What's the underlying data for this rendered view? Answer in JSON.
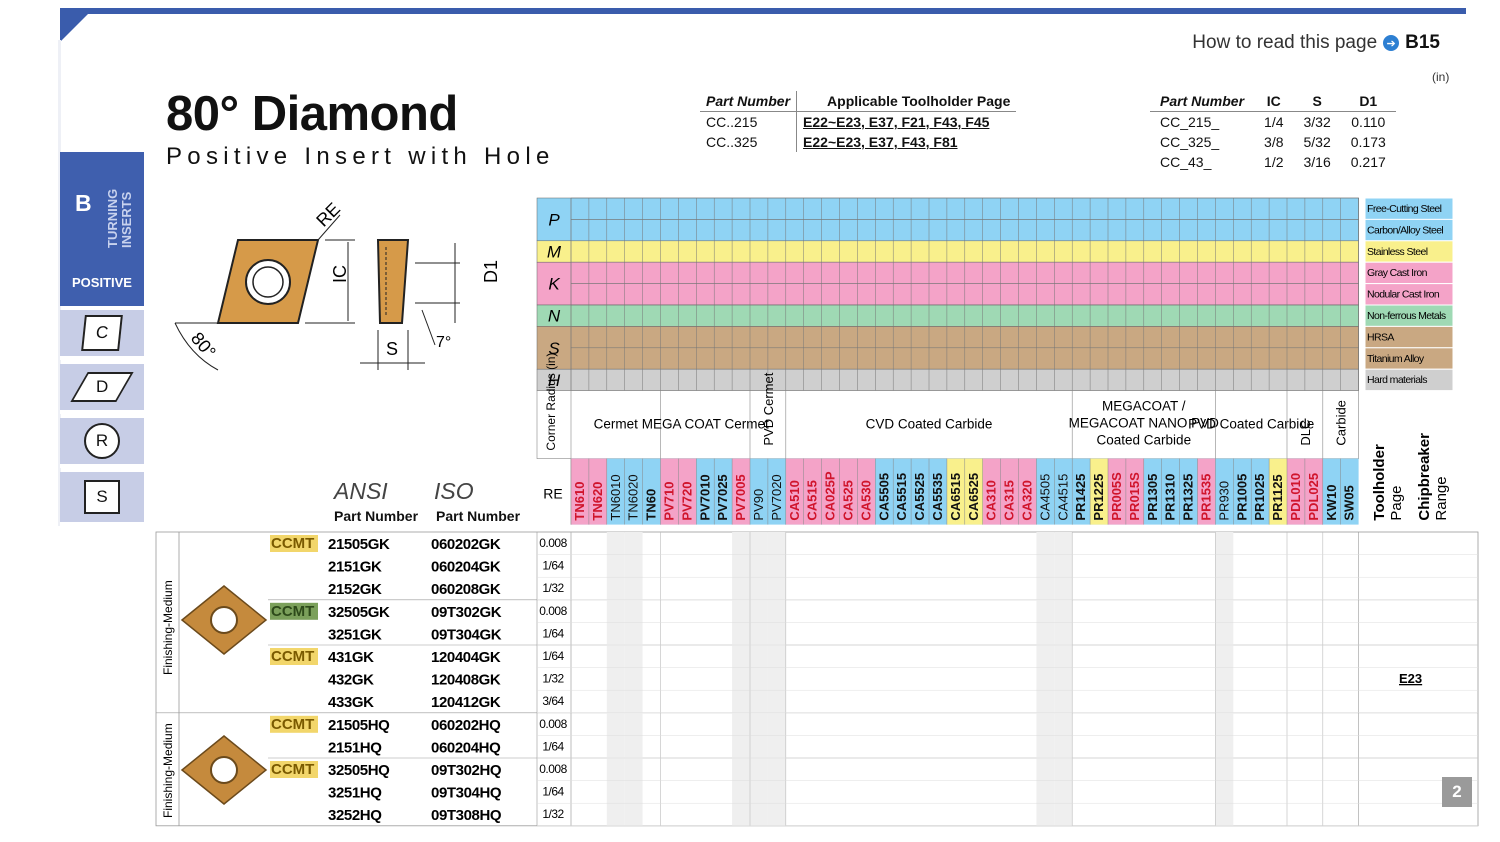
{
  "header": {
    "how_to_read": "How to read this page",
    "how_to_read_ref": "B15",
    "unit": "(in)"
  },
  "title": "80° Diamond",
  "subtitle": "Positive Insert with Hole",
  "side_tabs": {
    "section_letter": "B",
    "section_name_1": "TURNING",
    "section_name_2": "INSERTS",
    "positive": "POSITIVE",
    "shapes": [
      "C",
      "D",
      "R",
      "S"
    ]
  },
  "diagram": {
    "re": "RE",
    "ic": "IC",
    "d1": "D1",
    "s": "S",
    "angle1": "80°",
    "angle2": "7°"
  },
  "toolholder_table": {
    "headers": [
      "Part Number",
      "Applicable Toolholder Page"
    ],
    "rows": [
      {
        "part": "CC..215",
        "pages": "E22~E23, E37, F21, F43, F45"
      },
      {
        "part": "CC..325",
        "pages": "E22~E23, E37, F43, F81"
      }
    ]
  },
  "dimension_table": {
    "headers": [
      "Part Number",
      "IC",
      "S",
      "D1"
    ],
    "rows": [
      [
        "CC_215_",
        "1/4",
        "3/32",
        "0.110"
      ],
      [
        "CC_325_",
        "3/8",
        "5/32",
        "0.173"
      ],
      [
        "CC_43_",
        "1/2",
        "3/16",
        "0.217"
      ]
    ]
  },
  "materials": [
    {
      "letter": "P",
      "rows": [
        "Free-Cutting Steel",
        "Carbon/Alloy Steel"
      ],
      "color": "#8fd3f4"
    },
    {
      "letter": "M",
      "rows": [
        "Stainless Steel"
      ],
      "color": "#f9f08c"
    },
    {
      "letter": "K",
      "rows": [
        "Gray Cast Iron",
        "Nodular Cast Iron"
      ],
      "color": "#f4a3c8"
    },
    {
      "letter": "N",
      "rows": [
        "Non-ferrous Metals"
      ],
      "color": "#9fd9b4"
    },
    {
      "letter": "S",
      "rows": [
        "HRSA",
        "Titanium Alloy"
      ],
      "color": "#c9a882"
    },
    {
      "letter": "H",
      "rows": [
        "Hard materials"
      ],
      "color": "#cfcfcf"
    }
  ],
  "grade_groups": [
    {
      "label": "Corner Radius (in)"
    },
    {
      "label": "Cermet"
    },
    {
      "label": "MEGA COAT Cermet"
    },
    {
      "label": "PVD Cermet"
    },
    {
      "label": "CVD Coated Carbide"
    },
    {
      "label": "MEGACOAT / MEGACOAT NANO PVD Coated Carbide"
    },
    {
      "label": "PVD Coated Carbide"
    },
    {
      "label": "DLC"
    },
    {
      "label": "Carbide"
    }
  ],
  "grades": [
    "TN610",
    "TN620",
    "TN6010",
    "TN6020",
    "TN60",
    "PV710",
    "PV720",
    "PV7010",
    "PV7025",
    "PV7005",
    "PV90",
    "PV7020",
    "CA510",
    "CA515",
    "CA025P",
    "CA525",
    "CA530",
    "CA5505",
    "CA5515",
    "CA5525",
    "CA5535",
    "CA6515",
    "CA6525",
    "CA310",
    "CA315",
    "CA320",
    "CA4505",
    "CA4515",
    "PR1425",
    "PR1225",
    "PR005S",
    "PR015S",
    "PR1305",
    "PR1310",
    "PR1325",
    "PR1535",
    "PR930",
    "PR1005",
    "PR1025",
    "PR1125",
    "PDL010",
    "PDL025",
    "KW10",
    "SW05"
  ],
  "extra_columns": [
    "Toolholder Page",
    "Chipbreaker Range"
  ],
  "re_header": "RE",
  "ansi_label": "ANSI",
  "iso_label": "ISO",
  "part_number_label": "Part Number",
  "chipbreaker_ranges": [
    "Finishing-Medium",
    "Finishing-Medium"
  ],
  "products": [
    {
      "prefix": "CCMT",
      "ansi": "21505GK",
      "iso": "060202GK",
      "re": "0.008"
    },
    {
      "prefix": "",
      "ansi": "2151GK",
      "iso": "060204GK",
      "re": "1/64"
    },
    {
      "prefix": "",
      "ansi": "2152GK",
      "iso": "060208GK",
      "re": "1/32"
    },
    {
      "prefix": "CCMT",
      "ansi": "32505GK",
      "iso": "09T302GK",
      "re": "0.008"
    },
    {
      "prefix": "",
      "ansi": "3251GK",
      "iso": "09T304GK",
      "re": "1/64"
    },
    {
      "prefix": "CCMT",
      "ansi": "431GK",
      "iso": "120404GK",
      "re": "1/64"
    },
    {
      "prefix": "",
      "ansi": "432GK",
      "iso": "120408GK",
      "re": "1/32"
    },
    {
      "prefix": "",
      "ansi": "433GK",
      "iso": "120412GK",
      "re": "3/64"
    },
    {
      "prefix": "CCMT",
      "ansi": "21505HQ",
      "iso": "060202HQ",
      "re": "0.008"
    },
    {
      "prefix": "",
      "ansi": "2151HQ",
      "iso": "060204HQ",
      "re": "1/64"
    },
    {
      "prefix": "CCMT",
      "ansi": "32505HQ",
      "iso": "09T302HQ",
      "re": "0.008"
    },
    {
      "prefix": "",
      "ansi": "3251HQ",
      "iso": "09T304HQ",
      "re": "1/64"
    },
    {
      "prefix": "",
      "ansi": "3252HQ",
      "iso": "09T308HQ",
      "re": "1/32"
    }
  ],
  "toolholder_page_ref": "E23",
  "page_number": "2",
  "colors": {
    "brand": "#3f5fae",
    "ccmt_bg": "#f2d66b",
    "ccmt_text": "#7a5a00"
  }
}
